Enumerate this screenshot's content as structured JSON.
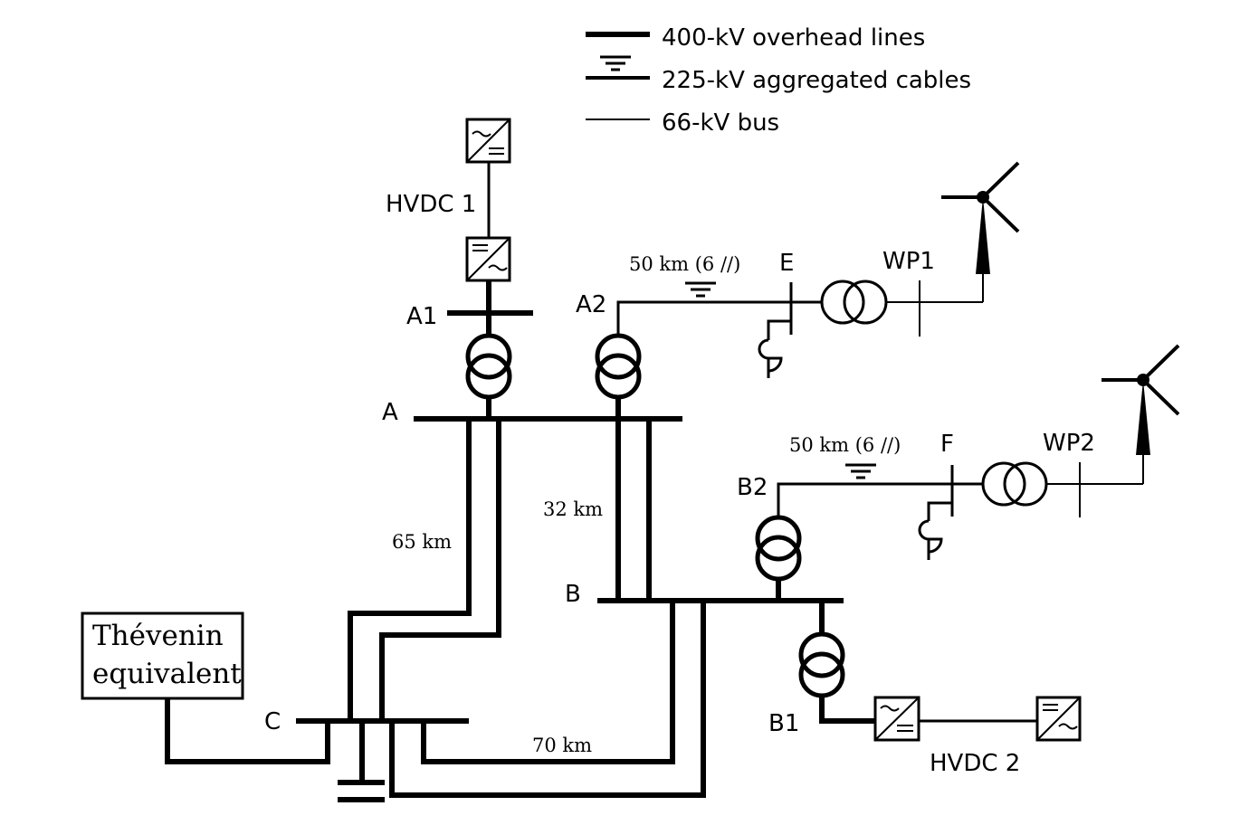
{
  "legend": {
    "overhead": "400-kV overhead lines",
    "cables": "225-kV aggregated cables",
    "bus66": "66-kV bus"
  },
  "labels": {
    "hvdc1": "HVDC 1",
    "hvdc2": "HVDC 2",
    "A1": "A1",
    "A2": "A2",
    "A": "A",
    "B": "B",
    "B1": "B1",
    "B2": "B2",
    "C": "C",
    "E": "E",
    "F": "F",
    "WP1": "WP1",
    "WP2": "WP2"
  },
  "lines": {
    "cable_E": "50 km (6 //)",
    "cable_F": "50 km (6 //)",
    "line_AC": "65 km",
    "line_AB": "32 km",
    "line_BC": "70 km"
  },
  "thevenin": {
    "line1": "Thévenin",
    "line2": "equivalent"
  }
}
